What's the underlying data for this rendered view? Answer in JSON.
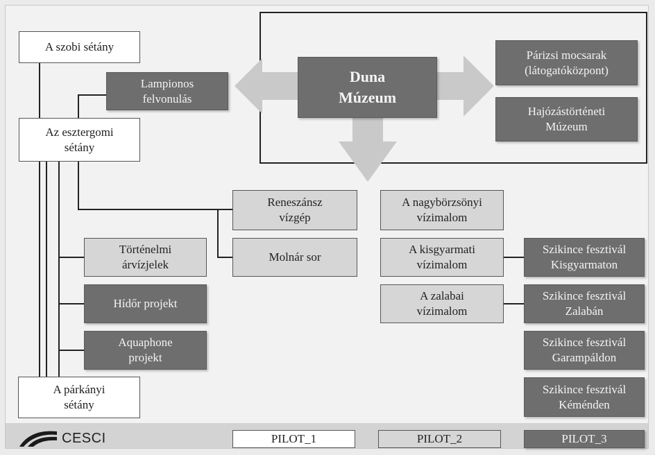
{
  "museum": {
    "title": "Duna\nMúzeum",
    "right_top": "Párizsi mocsarak\n(látogatóközpont)",
    "right_bottom": "Hajózástörténeti\nMúzeum"
  },
  "left": {
    "szobi": "A szobi sétány",
    "lampionos": "Lampionos\nfelvonulás",
    "esztergomi": "Az esztergomi\nsétány",
    "tortenelmi": "Történelmi\nárvízjelek",
    "hidor": "Hídőr projekt",
    "aquaphone": "Aquaphone\nprojekt",
    "parkanyi": "A párkányi\nsétány"
  },
  "middle": {
    "reneszansz": "Reneszánsz\nvízgép",
    "molnar": "Molnár sor"
  },
  "mills": {
    "nagyborzsonyi": "A nagybörzsönyi\nvízimalom",
    "kisgyarmati": "A kisgyarmati\nvízimalom",
    "zalabai": "A zalabai\nvízimalom"
  },
  "festivals": {
    "kisgyarmat": "Szikince fesztivál\nKisgyarmaton",
    "zalaba": "Szikince fesztivál\nZalabán",
    "garampald": "Szikince fesztivál\nGarampáldon",
    "kemend": "Szikince fesztivál\nKéménden"
  },
  "legend": {
    "logo": "CESCI",
    "pilot1": "PILOT_1",
    "pilot2": "PILOT_2",
    "pilot3": "PILOT_3"
  },
  "colors": {
    "white_box": "#ffffff",
    "light_box": "#d6d6d6",
    "dark_box": "#6e6e6e",
    "arrow": "#c9c9c9"
  }
}
